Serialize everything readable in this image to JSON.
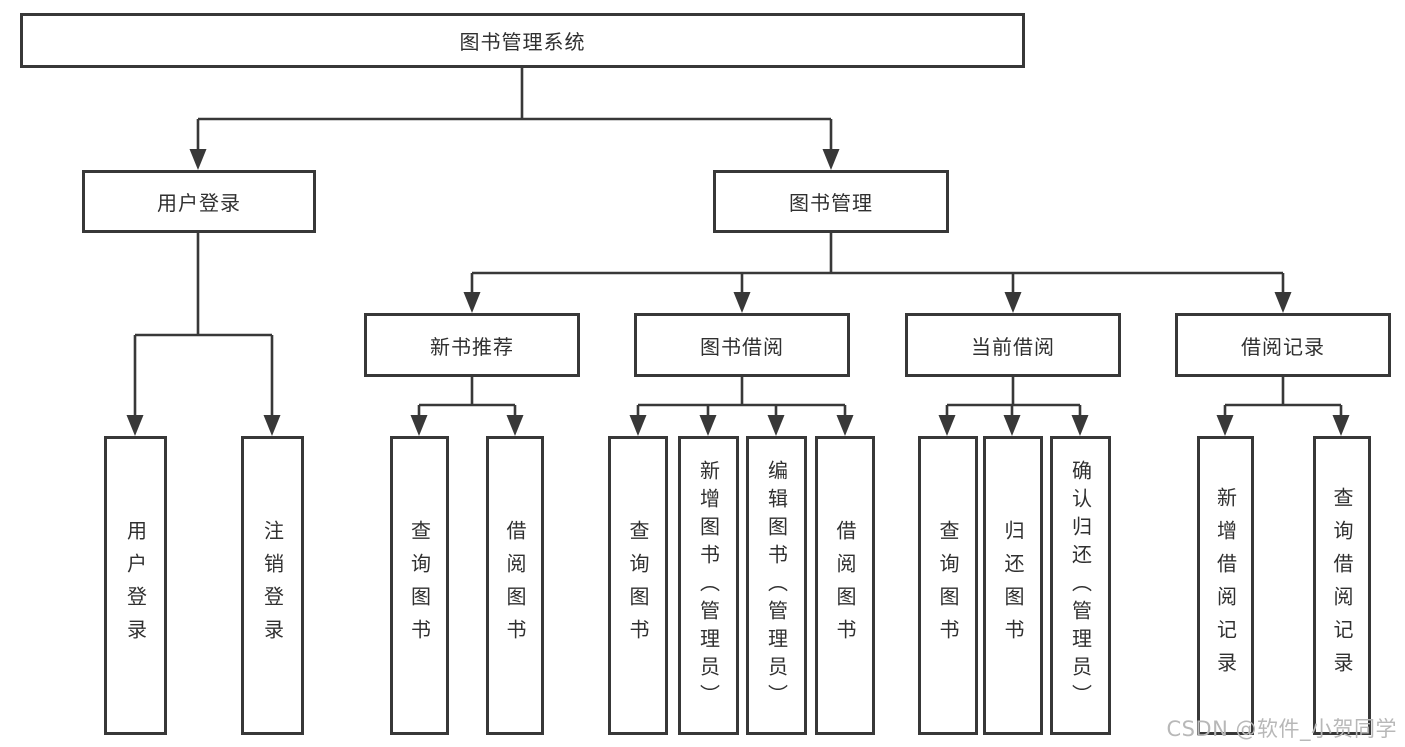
{
  "diagram": {
    "watermark": "CSDN @软件_小贺同学",
    "colors": {
      "line": "#383838",
      "box_border": "#383838",
      "text": "#303030",
      "watermark": "#b8b8b8",
      "background": "#ffffff"
    },
    "nodes": {
      "root": "图书管理系统",
      "user_login": "用户登录",
      "book_management": "图书管理",
      "login": "用户登录",
      "logout": "注销登录",
      "new_book_recommend": "新书推荐",
      "book_borrowing": "图书借阅",
      "current_borrowing": "当前借阅",
      "borrowing_records": "借阅记录",
      "nb_query_books": "查询图书",
      "nb_borrow_books": "借阅图书",
      "bb_query_books": "查询图书",
      "bb_add_books": "新增图书（管理员）",
      "bb_edit_books": "编辑图书（管理员）",
      "bb_borrow_books": "借阅图书",
      "cb_query_books": "查询图书",
      "cb_return_books": "归还图书",
      "cb_confirm_return": "确认归还（管理员）",
      "br_add_record": "新增借阅记录",
      "br_query_record": "查询借阅记录"
    },
    "edges": [
      [
        "root",
        "user_login"
      ],
      [
        "root",
        "book_management"
      ],
      [
        "user_login",
        "login"
      ],
      [
        "user_login",
        "logout"
      ],
      [
        "book_management",
        "new_book_recommend"
      ],
      [
        "book_management",
        "book_borrowing"
      ],
      [
        "book_management",
        "current_borrowing"
      ],
      [
        "book_management",
        "borrowing_records"
      ],
      [
        "new_book_recommend",
        "nb_query_books"
      ],
      [
        "new_book_recommend",
        "nb_borrow_books"
      ],
      [
        "book_borrowing",
        "bb_query_books"
      ],
      [
        "book_borrowing",
        "bb_add_books"
      ],
      [
        "book_borrowing",
        "bb_edit_books"
      ],
      [
        "book_borrowing",
        "bb_borrow_books"
      ],
      [
        "current_borrowing",
        "cb_query_books"
      ],
      [
        "current_borrowing",
        "cb_return_books"
      ],
      [
        "current_borrowing",
        "cb_confirm_return"
      ],
      [
        "borrowing_records",
        "br_add_record"
      ],
      [
        "borrowing_records",
        "br_query_record"
      ]
    ]
  }
}
